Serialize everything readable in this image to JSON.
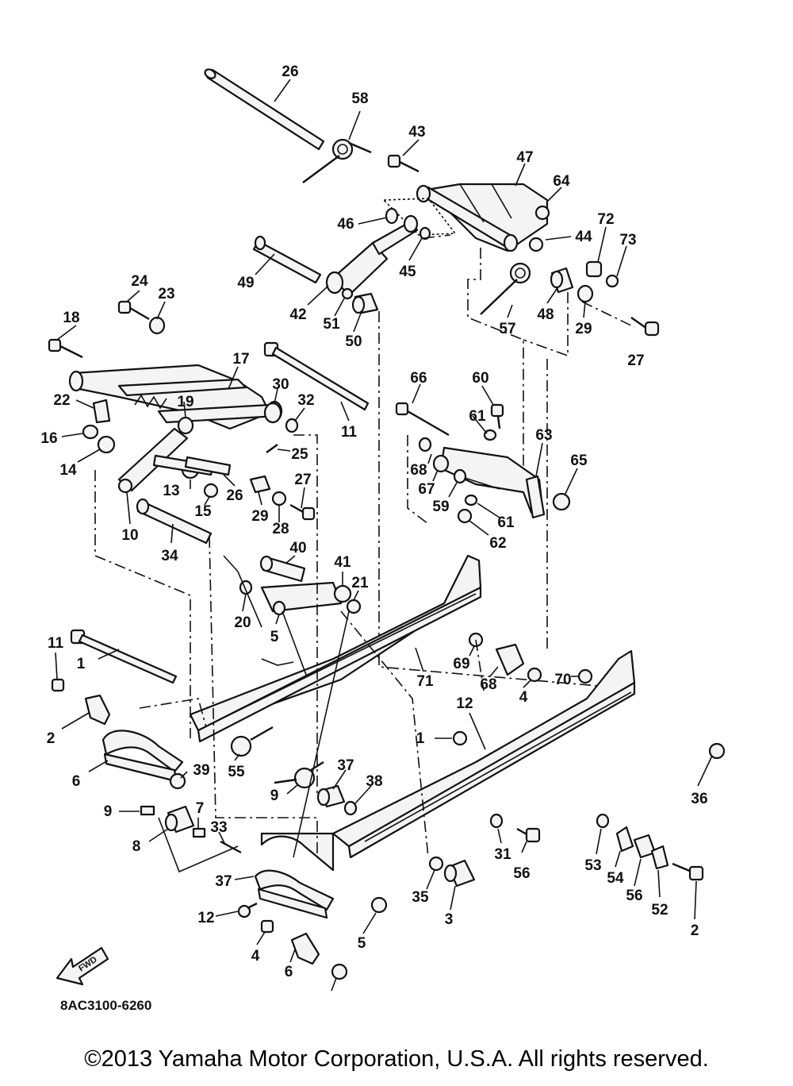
{
  "diagram": {
    "code": "8AC3100-6260",
    "fwd_label": "FWD",
    "copyright": "©2013 Yamaha Motor Corporation, U.S.A. All rights reserved.",
    "callouts": [
      "26",
      "58",
      "43",
      "47",
      "64",
      "72",
      "73",
      "44",
      "46",
      "45",
      "49",
      "42",
      "51",
      "50",
      "48",
      "29",
      "57",
      "27",
      "24",
      "23",
      "18",
      "17",
      "30",
      "32",
      "11",
      "22",
      "19",
      "16",
      "14",
      "25",
      "66",
      "60",
      "61",
      "63",
      "65",
      "68",
      "67",
      "59",
      "61",
      "62",
      "27",
      "29",
      "28",
      "15",
      "26",
      "13",
      "10",
      "34",
      "40",
      "41",
      "21",
      "20",
      "5",
      "11",
      "1",
      "71",
      "69",
      "68",
      "70",
      "4",
      "2",
      "6",
      "39",
      "55",
      "1",
      "12",
      "36",
      "37",
      "38",
      "9",
      "9",
      "7",
      "8",
      "33",
      "31",
      "56",
      "53",
      "54",
      "56",
      "52",
      "2",
      "37",
      "35",
      "3",
      "12",
      "5",
      "4",
      "6"
    ]
  }
}
